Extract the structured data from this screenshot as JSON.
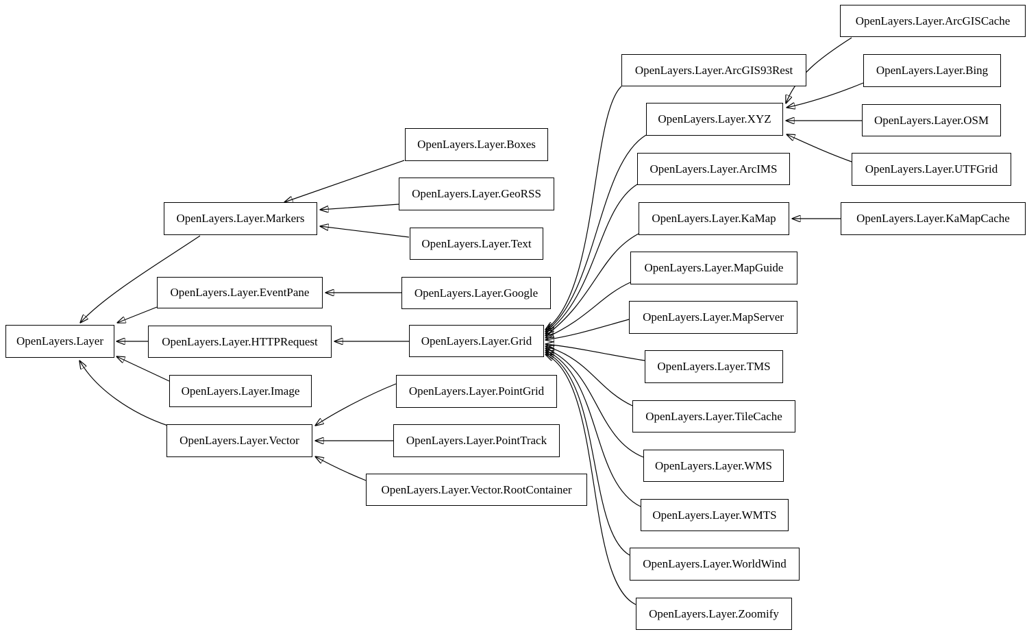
{
  "diagram": {
    "kind": "class-inheritance-graph",
    "background_color": "#ffffff",
    "node_fill_color": "#ffffff",
    "node_border_color": "#000000",
    "edge_color": "#000000",
    "text_color": "#000000"
  },
  "nodes": [
    {
      "id": "layer",
      "label": "OpenLayers.Layer"
    },
    {
      "id": "markers",
      "label": "OpenLayers.Layer.Markers"
    },
    {
      "id": "eventpane",
      "label": "OpenLayers.Layer.EventPane"
    },
    {
      "id": "httprequest",
      "label": "OpenLayers.Layer.HTTPRequest"
    },
    {
      "id": "image",
      "label": "OpenLayers.Layer.Image"
    },
    {
      "id": "vector",
      "label": "OpenLayers.Layer.Vector"
    },
    {
      "id": "boxes",
      "label": "OpenLayers.Layer.Boxes"
    },
    {
      "id": "georss",
      "label": "OpenLayers.Layer.GeoRSS"
    },
    {
      "id": "text",
      "label": "OpenLayers.Layer.Text"
    },
    {
      "id": "google",
      "label": "OpenLayers.Layer.Google"
    },
    {
      "id": "grid",
      "label": "OpenLayers.Layer.Grid"
    },
    {
      "id": "pointgrid",
      "label": "OpenLayers.Layer.PointGrid"
    },
    {
      "id": "pointtrack",
      "label": "OpenLayers.Layer.PointTrack"
    },
    {
      "id": "rootcontainer",
      "label": "OpenLayers.Layer.Vector.RootContainer"
    },
    {
      "id": "arcgis93rest",
      "label": "OpenLayers.Layer.ArcGIS93Rest"
    },
    {
      "id": "xyz",
      "label": "OpenLayers.Layer.XYZ"
    },
    {
      "id": "arcims",
      "label": "OpenLayers.Layer.ArcIMS"
    },
    {
      "id": "kamap",
      "label": "OpenLayers.Layer.KaMap"
    },
    {
      "id": "mapguide",
      "label": "OpenLayers.Layer.MapGuide"
    },
    {
      "id": "mapserver",
      "label": "OpenLayers.Layer.MapServer"
    },
    {
      "id": "tms",
      "label": "OpenLayers.Layer.TMS"
    },
    {
      "id": "tilecache",
      "label": "OpenLayers.Layer.TileCache"
    },
    {
      "id": "wms",
      "label": "OpenLayers.Layer.WMS"
    },
    {
      "id": "wmts",
      "label": "OpenLayers.Layer.WMTS"
    },
    {
      "id": "worldwind",
      "label": "OpenLayers.Layer.WorldWind"
    },
    {
      "id": "zoomify",
      "label": "OpenLayers.Layer.Zoomify"
    },
    {
      "id": "arcgiscache",
      "label": "OpenLayers.Layer.ArcGISCache"
    },
    {
      "id": "bing",
      "label": "OpenLayers.Layer.Bing"
    },
    {
      "id": "osm",
      "label": "OpenLayers.Layer.OSM"
    },
    {
      "id": "utfgrid",
      "label": "OpenLayers.Layer.UTFGrid"
    },
    {
      "id": "kamapcache",
      "label": "OpenLayers.Layer.KaMapCache"
    }
  ],
  "edges": [
    {
      "from": "markers",
      "to": "layer"
    },
    {
      "from": "eventpane",
      "to": "layer"
    },
    {
      "from": "httprequest",
      "to": "layer"
    },
    {
      "from": "image",
      "to": "layer"
    },
    {
      "from": "vector",
      "to": "layer"
    },
    {
      "from": "boxes",
      "to": "markers"
    },
    {
      "from": "georss",
      "to": "markers"
    },
    {
      "from": "text",
      "to": "markers"
    },
    {
      "from": "google",
      "to": "eventpane"
    },
    {
      "from": "grid",
      "to": "httprequest"
    },
    {
      "from": "pointgrid",
      "to": "vector"
    },
    {
      "from": "pointtrack",
      "to": "vector"
    },
    {
      "from": "rootcontainer",
      "to": "vector"
    },
    {
      "from": "arcgis93rest",
      "to": "grid"
    },
    {
      "from": "xyz",
      "to": "grid"
    },
    {
      "from": "arcims",
      "to": "grid"
    },
    {
      "from": "kamap",
      "to": "grid"
    },
    {
      "from": "mapguide",
      "to": "grid"
    },
    {
      "from": "mapserver",
      "to": "grid"
    },
    {
      "from": "tms",
      "to": "grid"
    },
    {
      "from": "tilecache",
      "to": "grid"
    },
    {
      "from": "wms",
      "to": "grid"
    },
    {
      "from": "wmts",
      "to": "grid"
    },
    {
      "from": "worldwind",
      "to": "grid"
    },
    {
      "from": "zoomify",
      "to": "grid"
    },
    {
      "from": "arcgiscache",
      "to": "xyz"
    },
    {
      "from": "bing",
      "to": "xyz"
    },
    {
      "from": "osm",
      "to": "xyz"
    },
    {
      "from": "utfgrid",
      "to": "xyz"
    },
    {
      "from": "kamapcache",
      "to": "kamap"
    }
  ]
}
